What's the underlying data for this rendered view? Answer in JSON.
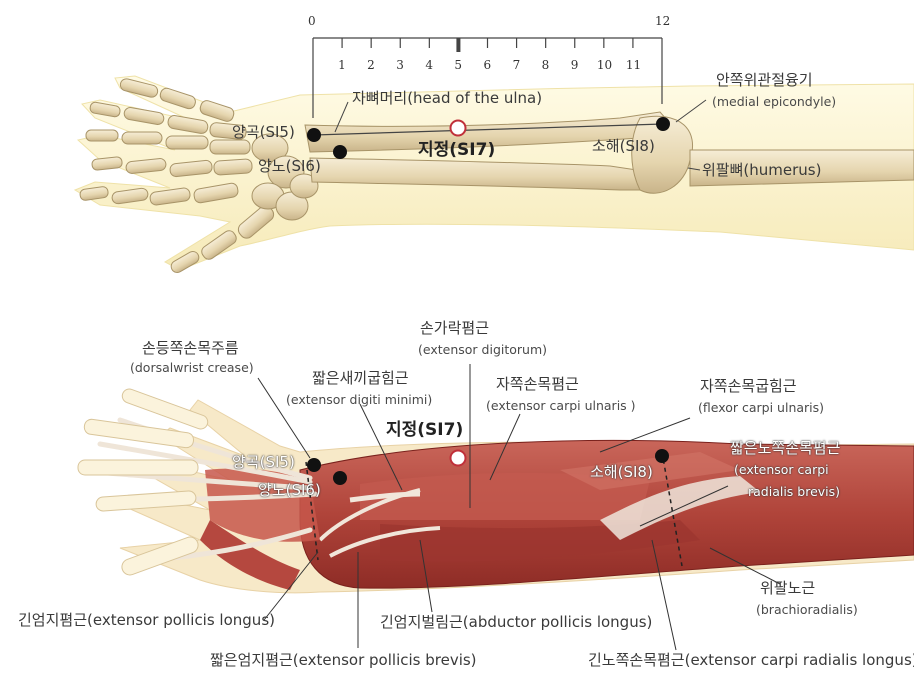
{
  "ruler": {
    "start": "0",
    "end": "12",
    "ticks": [
      "1",
      "2",
      "3",
      "4",
      "5",
      "6",
      "7",
      "8",
      "9",
      "10",
      "11"
    ]
  },
  "top": {
    "head_of_ulna": "자뼈머리(head of the ulna)",
    "yanggok": "양곡(SI5)",
    "yangno": "양노(SI6)",
    "jijeong": "지정(SI7)",
    "sohae": "소해(SI8)",
    "medial_epicondyle_ko": "안쪽위관절융기",
    "medial_epicondyle_en": "(medial epicondyle)",
    "humerus": "위팔뼈(humerus)"
  },
  "bottom": {
    "dorsal_crease_ko": "손등쪽손목주름",
    "dorsal_crease_en": "(dorsalwrist crease)",
    "edm_ko": "짧은새끼굽힘근",
    "edm_en": "(extensor digiti minimi)",
    "ed_ko": "손가락폄근",
    "ed_en": "(extensor digitorum)",
    "ecu_ko": "자쪽손목폄근",
    "ecu_en": "(extensor carpi ulnaris )",
    "fcu_ko": "자쪽손목굽힘근",
    "fcu_en": "(flexor carpi ulnaris)",
    "ecrb_ko": "짧은노쪽손목폄근",
    "ecrb_en1": "(extensor carpi",
    "ecrb_en2": "radialis brevis)",
    "jijeong": "지정(SI7)",
    "yanggok": "양곡(SI5)",
    "yangno": "양노(SI6)",
    "sohae": "소해(SI8)",
    "brachio_ko": "위팔노근",
    "brachio_en": "(brachioradialis)",
    "epl": "긴엄지폄근(extensor pollicis longus)",
    "apl": "긴엄지벌림근(abductor pollicis longus)",
    "epb": "짧은엄지폄근(extensor pollicis brevis)",
    "ecrl": "긴노쪽손목폄근(extensor carpi radialis longus)"
  },
  "colors": {
    "bone": "#eee2c4",
    "bone_shadow": "#c9b48a",
    "skin": "#fbf3cf",
    "muscle": "#b9483e",
    "muscle_dark": "#8e2c26",
    "tendon": "#e9dfd4",
    "point": "#111111",
    "point_open": "#c0303a"
  }
}
